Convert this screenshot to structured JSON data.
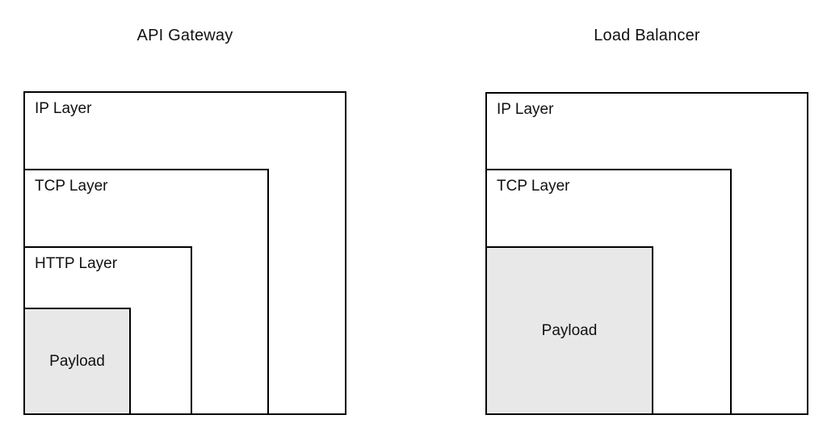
{
  "diagrams": [
    {
      "title": "API Gateway",
      "layers": [
        {
          "label": "IP Layer",
          "filled": false
        },
        {
          "label": "TCP Layer",
          "filled": false
        },
        {
          "label": "HTTP Layer",
          "filled": false
        },
        {
          "label": "Payload",
          "filled": true
        }
      ]
    },
    {
      "title": "Load Balancer",
      "layers": [
        {
          "label": "IP Layer",
          "filled": false
        },
        {
          "label": "TCP Layer",
          "filled": false
        },
        {
          "label": "Payload",
          "filled": true
        }
      ]
    }
  ],
  "colors": {
    "payload_fill": "#e8e8e8",
    "border": "#000000"
  }
}
